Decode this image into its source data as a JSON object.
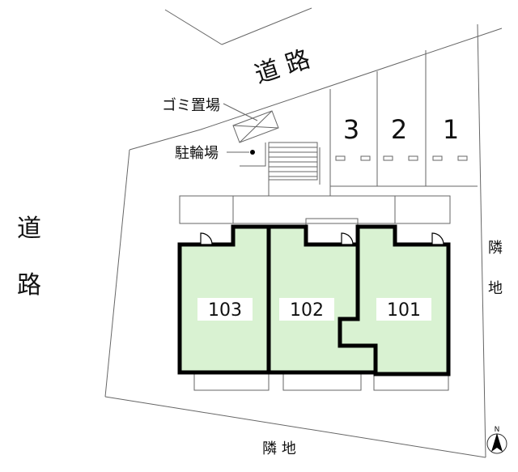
{
  "labels": {
    "road_top": "道 路",
    "road_left_char1": "道",
    "road_left_char2": "路",
    "neighbor_right_char1": "隣",
    "neighbor_right_char2": "地",
    "neighbor_bottom": "隣 地",
    "garbage": "ゴミ置場",
    "bicycle": "駐輪場",
    "north": "N"
  },
  "parking": [
    "3",
    "2",
    "1"
  ],
  "units": [
    "103",
    "102",
    "101"
  ],
  "colors": {
    "unit_fill": "#d9f2d2",
    "wall": "#000000",
    "line": "#666666"
  }
}
